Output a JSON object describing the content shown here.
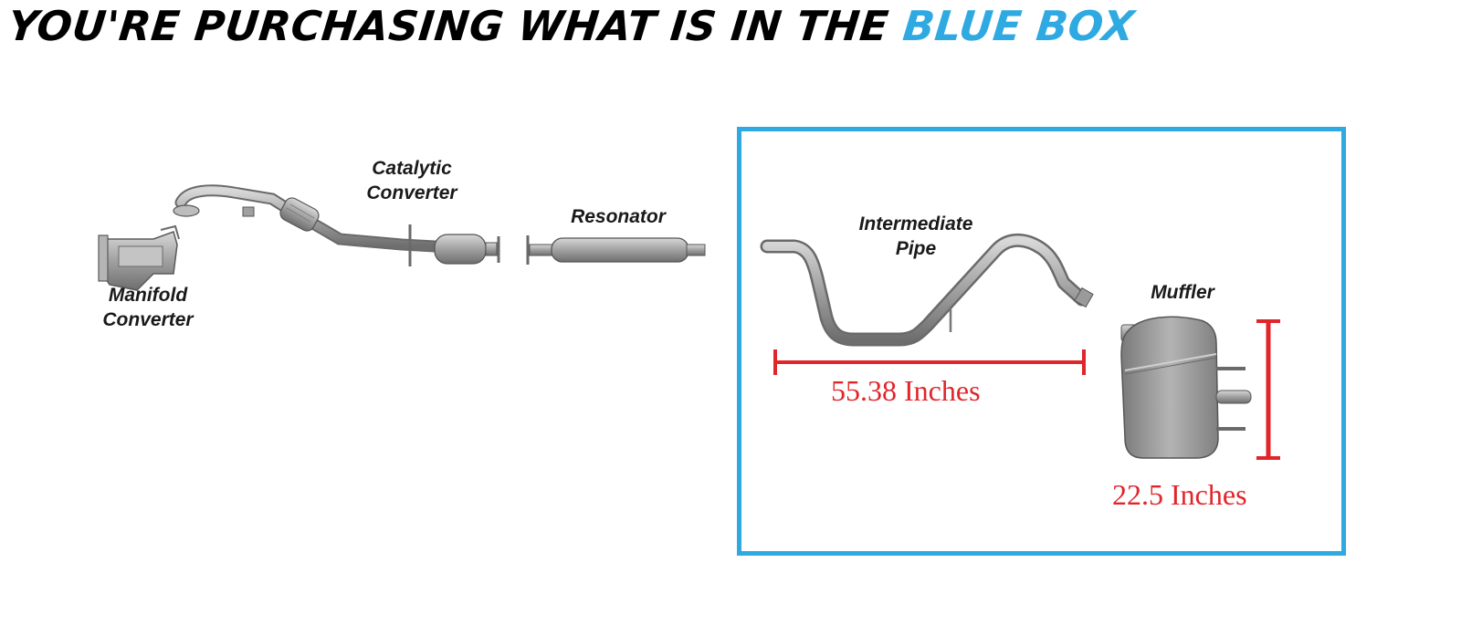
{
  "headline": {
    "prefix": "YOU'RE PURCHASING WHAT IS IN THE",
    "accent": "BLUE BOX",
    "accent_color": "#2fa9e1"
  },
  "parts": {
    "manifold_converter": {
      "line1": "Manifold",
      "line2": "Converter"
    },
    "catalytic_converter": {
      "line1": "Catalytic",
      "line2": "Converter"
    },
    "resonator": {
      "label": "Resonator"
    },
    "intermediate_pipe": {
      "line1": "Intermediate",
      "line2": "Pipe"
    },
    "muffler": {
      "label": "Muffler"
    }
  },
  "measurements": {
    "intermediate_pipe_length": "55.38 Inches",
    "muffler_height": "22.5 Inches",
    "color": "#e0262b"
  },
  "colors": {
    "box_border": "#2fa9e1",
    "pipe_metal": "#9a9a9a"
  }
}
